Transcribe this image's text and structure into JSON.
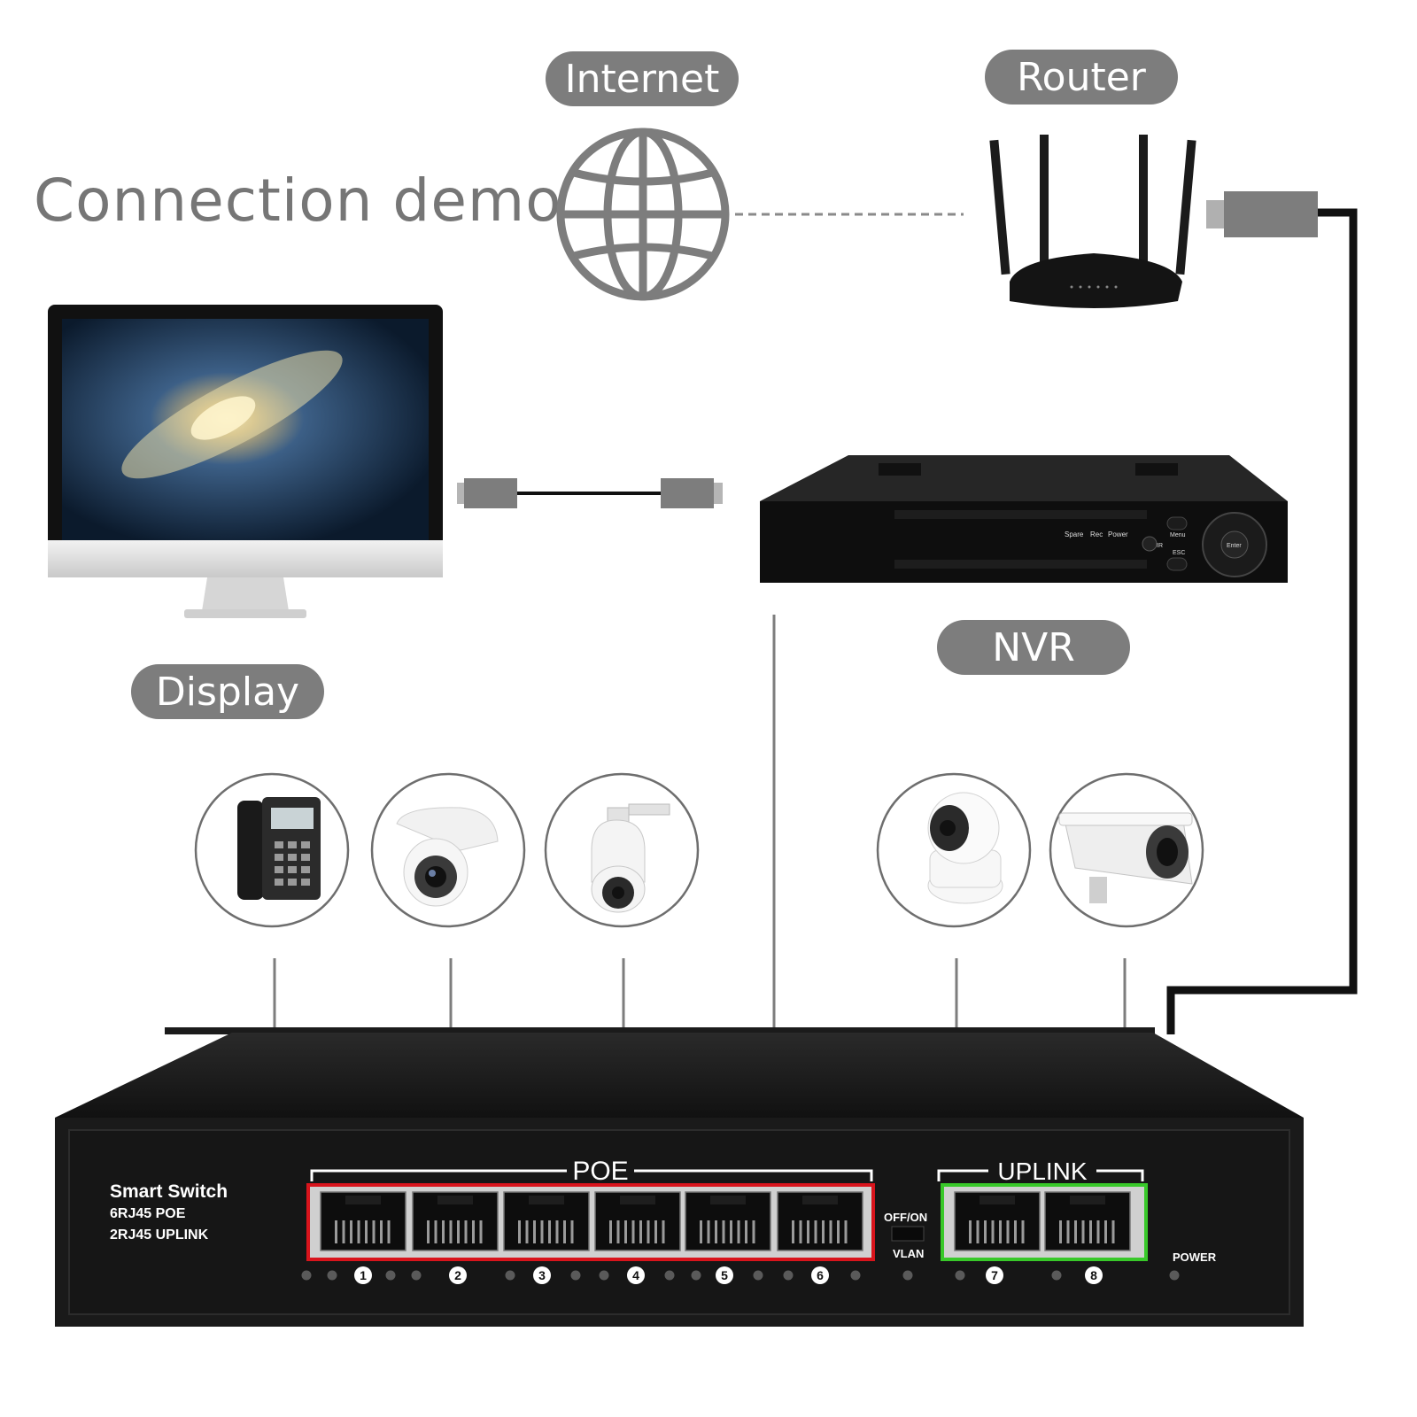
{
  "title": "Connection demo",
  "labels": {
    "internet": "Internet",
    "router": "Router",
    "display": "Display",
    "nvr": "NVR"
  },
  "nvr_panel": {
    "spare": "Spare",
    "rec": "Rec",
    "power": "Power",
    "ir": "IR",
    "menu": "Menu",
    "esc": "ESC",
    "enter": "Enter"
  },
  "switch": {
    "name": "Smart Switch",
    "spec_poe": "6RJ45 POE",
    "spec_uplink": "2RJ45 UPLINK",
    "poe_group": "POE",
    "uplink_group": "UPLINK",
    "vlan_top": "OFF/ON",
    "vlan_bottom": "VLAN",
    "power": "POWER",
    "port_numbers": [
      "1",
      "2",
      "3",
      "4",
      "5",
      "6",
      "7",
      "8"
    ]
  },
  "devices": [
    {
      "name": "ip-phone"
    },
    {
      "name": "dome-camera"
    },
    {
      "name": "ptz-camera"
    },
    {
      "name": "indoor-camera"
    },
    {
      "name": "bullet-camera"
    }
  ],
  "colors": {
    "pill": "#7d7d7d",
    "poe_border": "#d8141c",
    "uplink_border": "#38c829",
    "switch_body": "#1a1a1a"
  }
}
